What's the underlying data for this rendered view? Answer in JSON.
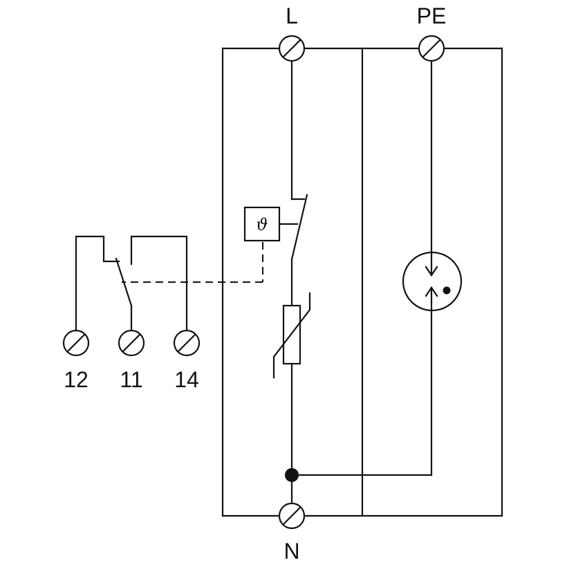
{
  "terminals": {
    "line": "L",
    "protective_earth": "PE",
    "neutral": "N",
    "contact_12": "12",
    "contact_11": "11",
    "contact_14": "14"
  },
  "thermal_disconnector": {
    "symbol": "ϑ"
  },
  "colors": {
    "stroke": "#111111",
    "background": "#ffffff"
  }
}
